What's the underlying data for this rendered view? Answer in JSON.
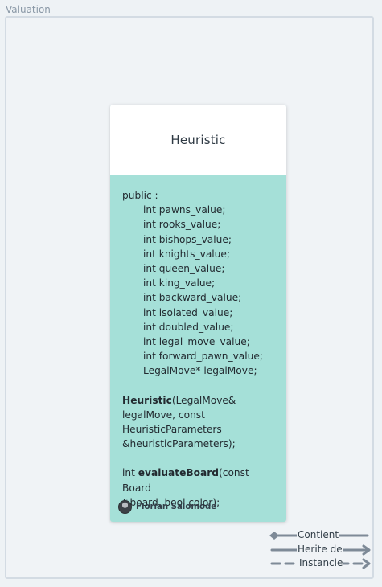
{
  "frame": {
    "label": "Valuation"
  },
  "class_card": {
    "title": "Heuristic",
    "visibility": "public :",
    "fields": [
      "int pawns_value;",
      "int rooks_value;",
      "int bishops_value;",
      "int knights_value;",
      "int queen_value;",
      "int king_value;",
      "int backward_value;",
      "int isolated_value;",
      "int doubled_value;",
      "int legal_move_value;",
      "int forward_pawn_value;",
      "LegalMove* legalMove;"
    ],
    "constructor": {
      "name": "Heuristic",
      "params_line1": "(LegalMove&",
      "params_line2": "legalMove, const",
      "params_line3": "HeuristicParameters",
      "params_line4": "&heuristicParameters);"
    },
    "method": {
      "return_type": "int ",
      "name": "evaluateBoard",
      "params_line1": "(const Board",
      "params_line2": "&board, bool color);"
    },
    "author": "Florian Salomode"
  },
  "legend": {
    "contains": "Contient",
    "inherits": "Herite de",
    "instantiates": "Instancie"
  },
  "colors": {
    "card_body": "#a5e0d8",
    "card_header": "#ffffff",
    "frame_border": "#d3dbe3",
    "legend_line": "#7e8a97"
  }
}
